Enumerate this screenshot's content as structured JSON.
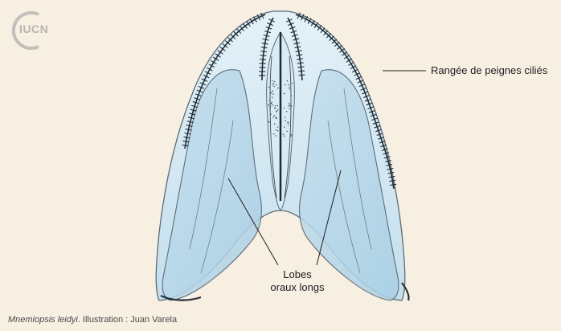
{
  "logo": {
    "text": "IUCN",
    "color": "#bdb9b4"
  },
  "labels": {
    "comb_rows": "Rangée de peignes ciliés",
    "lobes_line1": "Lobes",
    "lobes_line2": "oraux longs"
  },
  "caption": {
    "species": "Mnemiopsis leidyi",
    "credit": ". Illustration : Juan Varela"
  },
  "colors": {
    "background": "#f8efe3",
    "body_fill": "#cfe6f2",
    "lobe_fill": "#b5d6e8",
    "outline": "#3b4650",
    "comb": "#1f2a33"
  }
}
